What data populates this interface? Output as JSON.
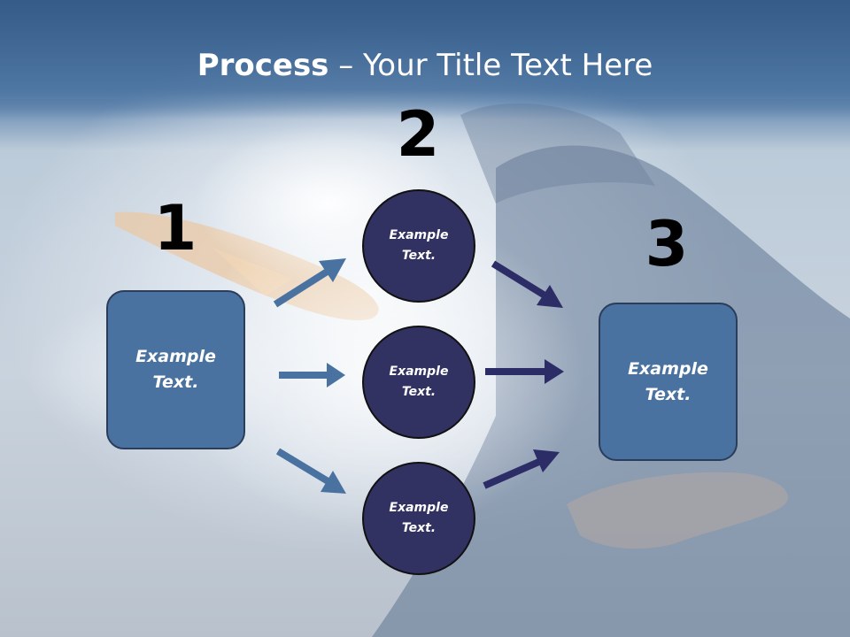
{
  "title": {
    "bold": "Process",
    "rest": " – Your Title Text Here"
  },
  "steps": [
    {
      "number": "1",
      "text": "Example\nText."
    },
    {
      "number": "2",
      "items": [
        {
          "text": "Example\nText."
        },
        {
          "text": "Example\nText."
        },
        {
          "text": "Example\nText."
        }
      ]
    },
    {
      "number": "3",
      "text": "Example\nText."
    }
  ],
  "colors": {
    "box_fill": "#4a72a0",
    "circle_fill": "#313162",
    "arrow_left": "#4a72a0",
    "arrow_right": "#2c2c66",
    "title_band": "#3f6896"
  }
}
